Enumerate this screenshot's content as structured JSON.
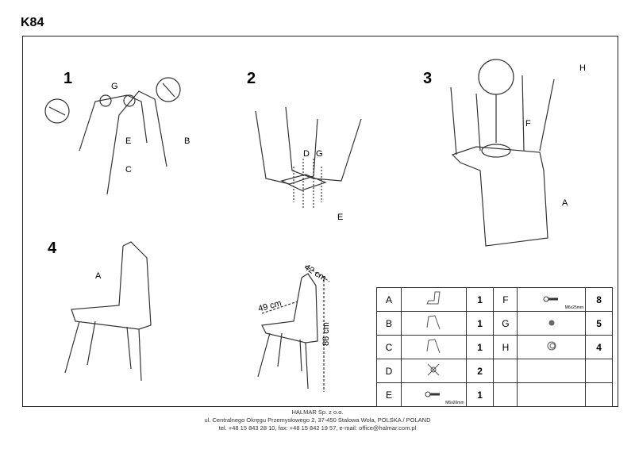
{
  "title": "K84",
  "steps": [
    "1",
    "2",
    "3",
    "4"
  ],
  "labels": {
    "s1": [
      "G",
      "E",
      "B",
      "C"
    ],
    "s2": [
      "D",
      "G",
      "E"
    ],
    "s3": [
      "H",
      "F",
      "A"
    ],
    "s4": [
      "A"
    ]
  },
  "dimensions": {
    "depth": "42 cm",
    "width": "49 cm",
    "height": "86 cm"
  },
  "parts": [
    {
      "left": {
        "letter": "A",
        "icon": "seat-shell-icon",
        "qty": "1"
      },
      "right": {
        "letter": "F",
        "icon": "bolt-icon",
        "spec": "M6x25mm",
        "qty": "8"
      }
    },
    {
      "left": {
        "letter": "B",
        "icon": "leg-frame-icon",
        "qty": "1"
      },
      "right": {
        "letter": "G",
        "icon": "nut-icon",
        "qty": "5"
      }
    },
    {
      "left": {
        "letter": "C",
        "icon": "leg-frame-icon",
        "qty": "1"
      },
      "right": {
        "letter": "H",
        "icon": "foot-cap-icon",
        "qty": "4"
      }
    },
    {
      "left": {
        "letter": "D",
        "icon": "cross-plate-icon",
        "qty": "2"
      },
      "right": {}
    },
    {
      "left": {
        "letter": "E",
        "icon": "bolt-icon",
        "spec": "M6x20mm",
        "qty": "1"
      },
      "right": {}
    }
  ],
  "footer": {
    "company": "HALMAR Sp. z o.o.",
    "address": "ul. Centralnego Okręgu Przemysłowego 2, 37-450 Stalowa Wola, POLSKA / POLAND",
    "contact": "tel. +48 15 843 28 10, fax: +48 15 842 19 57, e-mail: office@halmar.com.pl"
  }
}
